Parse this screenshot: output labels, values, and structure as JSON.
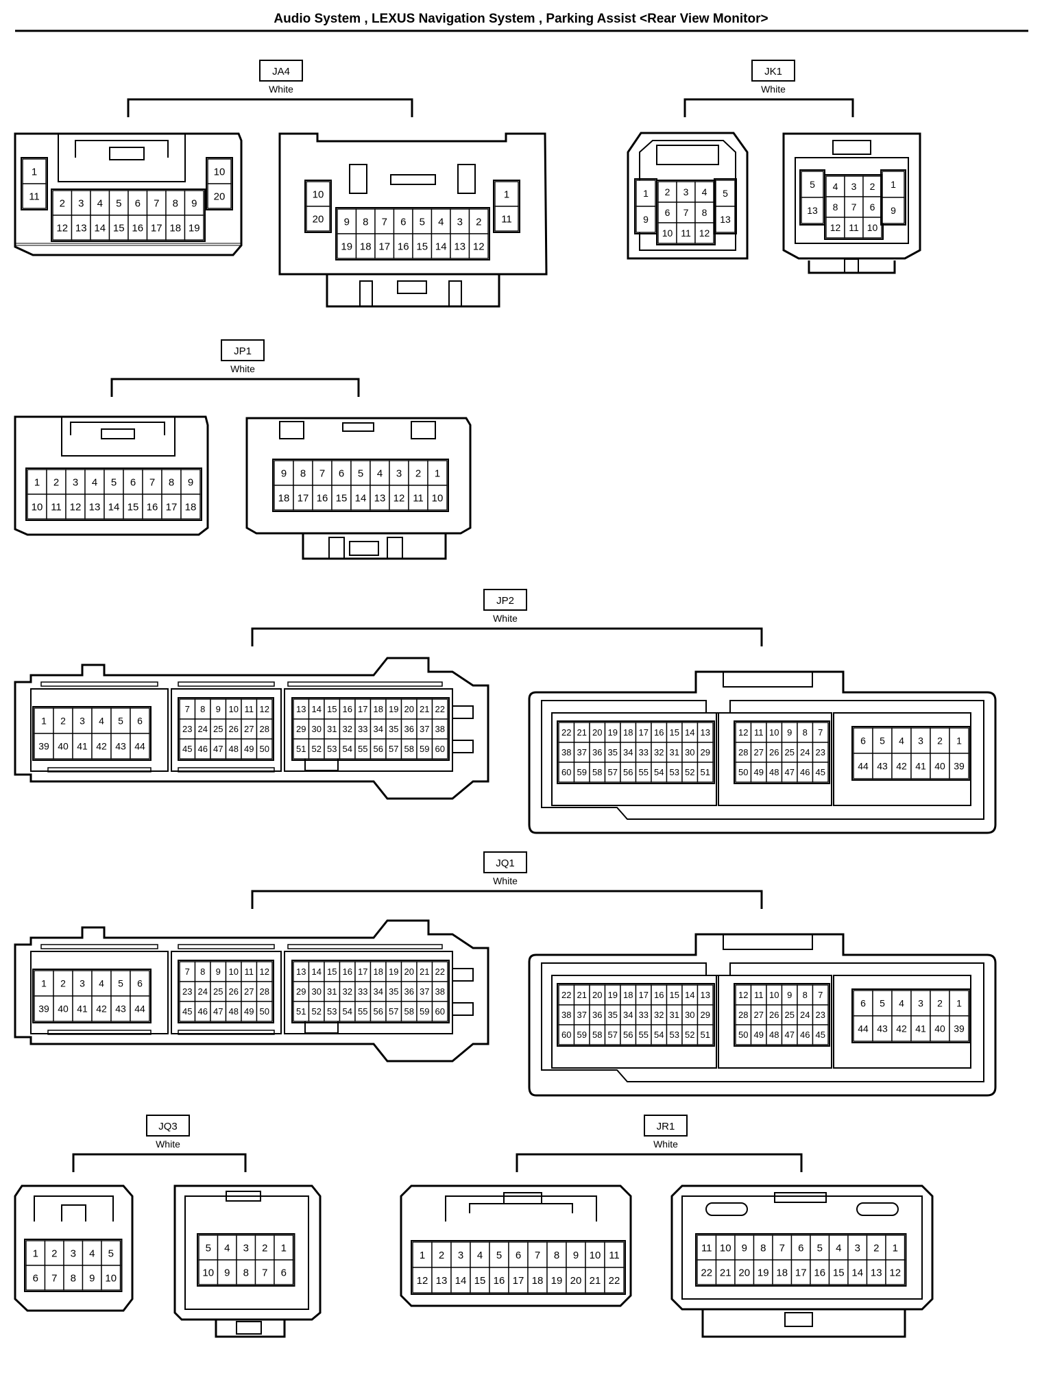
{
  "title": "Audio System , LEXUS Navigation System , Parking Assist <Rear View Monitor>",
  "colors": {
    "line": "#000000",
    "background": "#ffffff"
  },
  "connectors": {
    "JA4": {
      "code": "JA4",
      "color": "White",
      "male": {
        "side_left": [
          "1",
          "11"
        ],
        "rows": [
          [
            "2",
            "3",
            "4",
            "5",
            "6",
            "7",
            "8",
            "9"
          ],
          [
            "12",
            "13",
            "14",
            "15",
            "16",
            "17",
            "18",
            "19"
          ]
        ],
        "side_right": [
          "10",
          "20"
        ]
      },
      "female": {
        "side_left": [
          "10",
          "20"
        ],
        "rows": [
          [
            "9",
            "8",
            "7",
            "6",
            "5",
            "4",
            "3",
            "2"
          ],
          [
            "19",
            "18",
            "17",
            "16",
            "15",
            "14",
            "13",
            "12"
          ]
        ],
        "side_right": [
          "1",
          "11"
        ]
      }
    },
    "JK1": {
      "code": "JK1",
      "color": "White",
      "male": {
        "side_left": [
          "1",
          "9"
        ],
        "rows": [
          [
            "2",
            "3",
            "4"
          ],
          [
            "6",
            "7",
            "8"
          ],
          [
            "10",
            "11",
            "12"
          ]
        ],
        "side_right": [
          "5",
          "13"
        ]
      },
      "female": {
        "side_left": [
          "5",
          "13"
        ],
        "rows": [
          [
            "4",
            "3",
            "2"
          ],
          [
            "8",
            "7",
            "6"
          ],
          [
            "12",
            "11",
            "10"
          ]
        ],
        "side_right": [
          "1",
          "9"
        ]
      }
    },
    "JP1": {
      "code": "JP1",
      "color": "White",
      "male": {
        "rows": [
          [
            "1",
            "2",
            "3",
            "4",
            "5",
            "6",
            "7",
            "8",
            "9"
          ],
          [
            "10",
            "11",
            "12",
            "13",
            "14",
            "15",
            "16",
            "17",
            "18"
          ]
        ]
      },
      "female": {
        "rows": [
          [
            "9",
            "8",
            "7",
            "6",
            "5",
            "4",
            "3",
            "2",
            "1"
          ],
          [
            "18",
            "17",
            "16",
            "15",
            "14",
            "13",
            "12",
            "11",
            "10"
          ]
        ]
      }
    },
    "JP2": {
      "code": "JP2",
      "color": "White",
      "male": {
        "block1": [
          [
            "1",
            "2",
            "3",
            "4",
            "5",
            "6"
          ],
          [
            "39",
            "40",
            "41",
            "42",
            "43",
            "44"
          ]
        ],
        "block2": [
          [
            "7",
            "8",
            "9",
            "10",
            "11",
            "12"
          ],
          [
            "23",
            "24",
            "25",
            "26",
            "27",
            "28"
          ],
          [
            "45",
            "46",
            "47",
            "48",
            "49",
            "50"
          ]
        ],
        "block3": [
          [
            "13",
            "14",
            "15",
            "16",
            "17",
            "18",
            "19",
            "20",
            "21",
            "22"
          ],
          [
            "29",
            "30",
            "31",
            "32",
            "33",
            "34",
            "35",
            "36",
            "37",
            "38"
          ],
          [
            "51",
            "52",
            "53",
            "54",
            "55",
            "56",
            "57",
            "58",
            "59",
            "60"
          ]
        ]
      },
      "female": {
        "block1": [
          [
            "22",
            "21",
            "20",
            "19",
            "18",
            "17",
            "16",
            "15",
            "14",
            "13"
          ],
          [
            "38",
            "37",
            "36",
            "35",
            "34",
            "33",
            "32",
            "31",
            "30",
            "29"
          ],
          [
            "60",
            "59",
            "58",
            "57",
            "56",
            "55",
            "54",
            "53",
            "52",
            "51"
          ]
        ],
        "block2": [
          [
            "12",
            "11",
            "10",
            "9",
            "8",
            "7"
          ],
          [
            "28",
            "27",
            "26",
            "25",
            "24",
            "23"
          ],
          [
            "50",
            "49",
            "48",
            "47",
            "46",
            "45"
          ]
        ],
        "block3": [
          [
            "6",
            "5",
            "4",
            "3",
            "2",
            "1"
          ],
          [
            "44",
            "43",
            "42",
            "41",
            "40",
            "39"
          ]
        ]
      }
    },
    "JQ1": {
      "code": "JQ1",
      "color": "White",
      "male": {
        "block1": [
          [
            "1",
            "2",
            "3",
            "4",
            "5",
            "6"
          ],
          [
            "39",
            "40",
            "41",
            "42",
            "43",
            "44"
          ]
        ],
        "block2": [
          [
            "7",
            "8",
            "9",
            "10",
            "11",
            "12"
          ],
          [
            "23",
            "24",
            "25",
            "26",
            "27",
            "28"
          ],
          [
            "45",
            "46",
            "47",
            "48",
            "49",
            "50"
          ]
        ],
        "block3": [
          [
            "13",
            "14",
            "15",
            "16",
            "17",
            "18",
            "19",
            "20",
            "21",
            "22"
          ],
          [
            "29",
            "30",
            "31",
            "32",
            "33",
            "34",
            "35",
            "36",
            "37",
            "38"
          ],
          [
            "51",
            "52",
            "53",
            "54",
            "55",
            "56",
            "57",
            "58",
            "59",
            "60"
          ]
        ]
      },
      "female": {
        "block1": [
          [
            "22",
            "21",
            "20",
            "19",
            "18",
            "17",
            "16",
            "15",
            "14",
            "13"
          ],
          [
            "38",
            "37",
            "36",
            "35",
            "34",
            "33",
            "32",
            "31",
            "30",
            "29"
          ],
          [
            "60",
            "59",
            "58",
            "57",
            "56",
            "55",
            "54",
            "53",
            "52",
            "51"
          ]
        ],
        "block2": [
          [
            "12",
            "11",
            "10",
            "9",
            "8",
            "7"
          ],
          [
            "28",
            "27",
            "26",
            "25",
            "24",
            "23"
          ],
          [
            "50",
            "49",
            "48",
            "47",
            "46",
            "45"
          ]
        ],
        "block3": [
          [
            "6",
            "5",
            "4",
            "3",
            "2",
            "1"
          ],
          [
            "44",
            "43",
            "42",
            "41",
            "40",
            "39"
          ]
        ]
      }
    },
    "JQ3": {
      "code": "JQ3",
      "color": "White",
      "male": {
        "rows": [
          [
            "1",
            "2",
            "3",
            "4",
            "5"
          ],
          [
            "6",
            "7",
            "8",
            "9",
            "10"
          ]
        ]
      },
      "female": {
        "rows": [
          [
            "5",
            "4",
            "3",
            "2",
            "1"
          ],
          [
            "10",
            "9",
            "8",
            "7",
            "6"
          ]
        ]
      }
    },
    "JR1": {
      "code": "JR1",
      "color": "White",
      "male": {
        "rows": [
          [
            "1",
            "2",
            "3",
            "4",
            "5",
            "6",
            "7",
            "8",
            "9",
            "10",
            "11"
          ],
          [
            "12",
            "13",
            "14",
            "15",
            "16",
            "17",
            "18",
            "19",
            "20",
            "21",
            "22"
          ]
        ]
      },
      "female": {
        "rows": [
          [
            "11",
            "10",
            "9",
            "8",
            "7",
            "6",
            "5",
            "4",
            "3",
            "2",
            "1"
          ],
          [
            "22",
            "21",
            "20",
            "19",
            "18",
            "17",
            "16",
            "15",
            "14",
            "13",
            "12"
          ]
        ]
      }
    }
  }
}
